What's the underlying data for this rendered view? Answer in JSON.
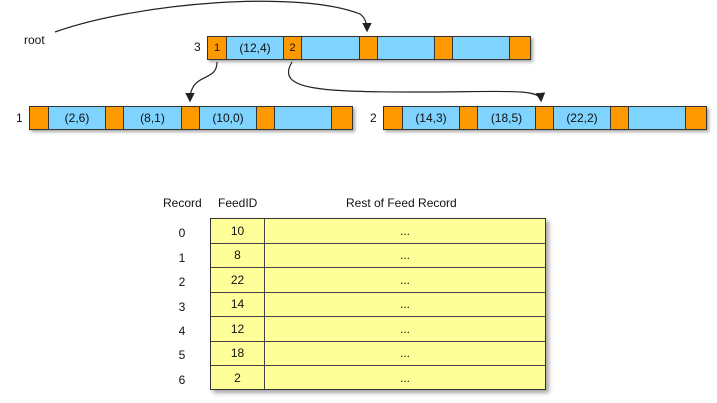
{
  "root_label": "root",
  "nodes": {
    "root": {
      "id_label": "3",
      "ptr1": "1",
      "key1": "(12,4)",
      "ptr2": "2"
    },
    "left": {
      "id_label": "1",
      "key1": "(2,6)",
      "key2": "(8,1)",
      "key3": "(10,0)"
    },
    "right": {
      "id_label": "2",
      "key1": "(14,3)",
      "key2": "(18,5)",
      "key3": "(22,2)"
    }
  },
  "table": {
    "headers": {
      "record": "Record",
      "feed_id": "FeedID",
      "rest": "Rest of Feed Record"
    },
    "rows": [
      {
        "record": "0",
        "feed_id": "10",
        "rest": "..."
      },
      {
        "record": "1",
        "feed_id": "8",
        "rest": "..."
      },
      {
        "record": "2",
        "feed_id": "22",
        "rest": "..."
      },
      {
        "record": "3",
        "feed_id": "14",
        "rest": "..."
      },
      {
        "record": "4",
        "feed_id": "12",
        "rest": "..."
      },
      {
        "record": "5",
        "feed_id": "18",
        "rest": "..."
      },
      {
        "record": "6",
        "feed_id": "2",
        "rest": "..."
      }
    ]
  },
  "colors": {
    "pointer": "#ff9900",
    "key": "#7ed3ff",
    "table": "#ffff99"
  }
}
